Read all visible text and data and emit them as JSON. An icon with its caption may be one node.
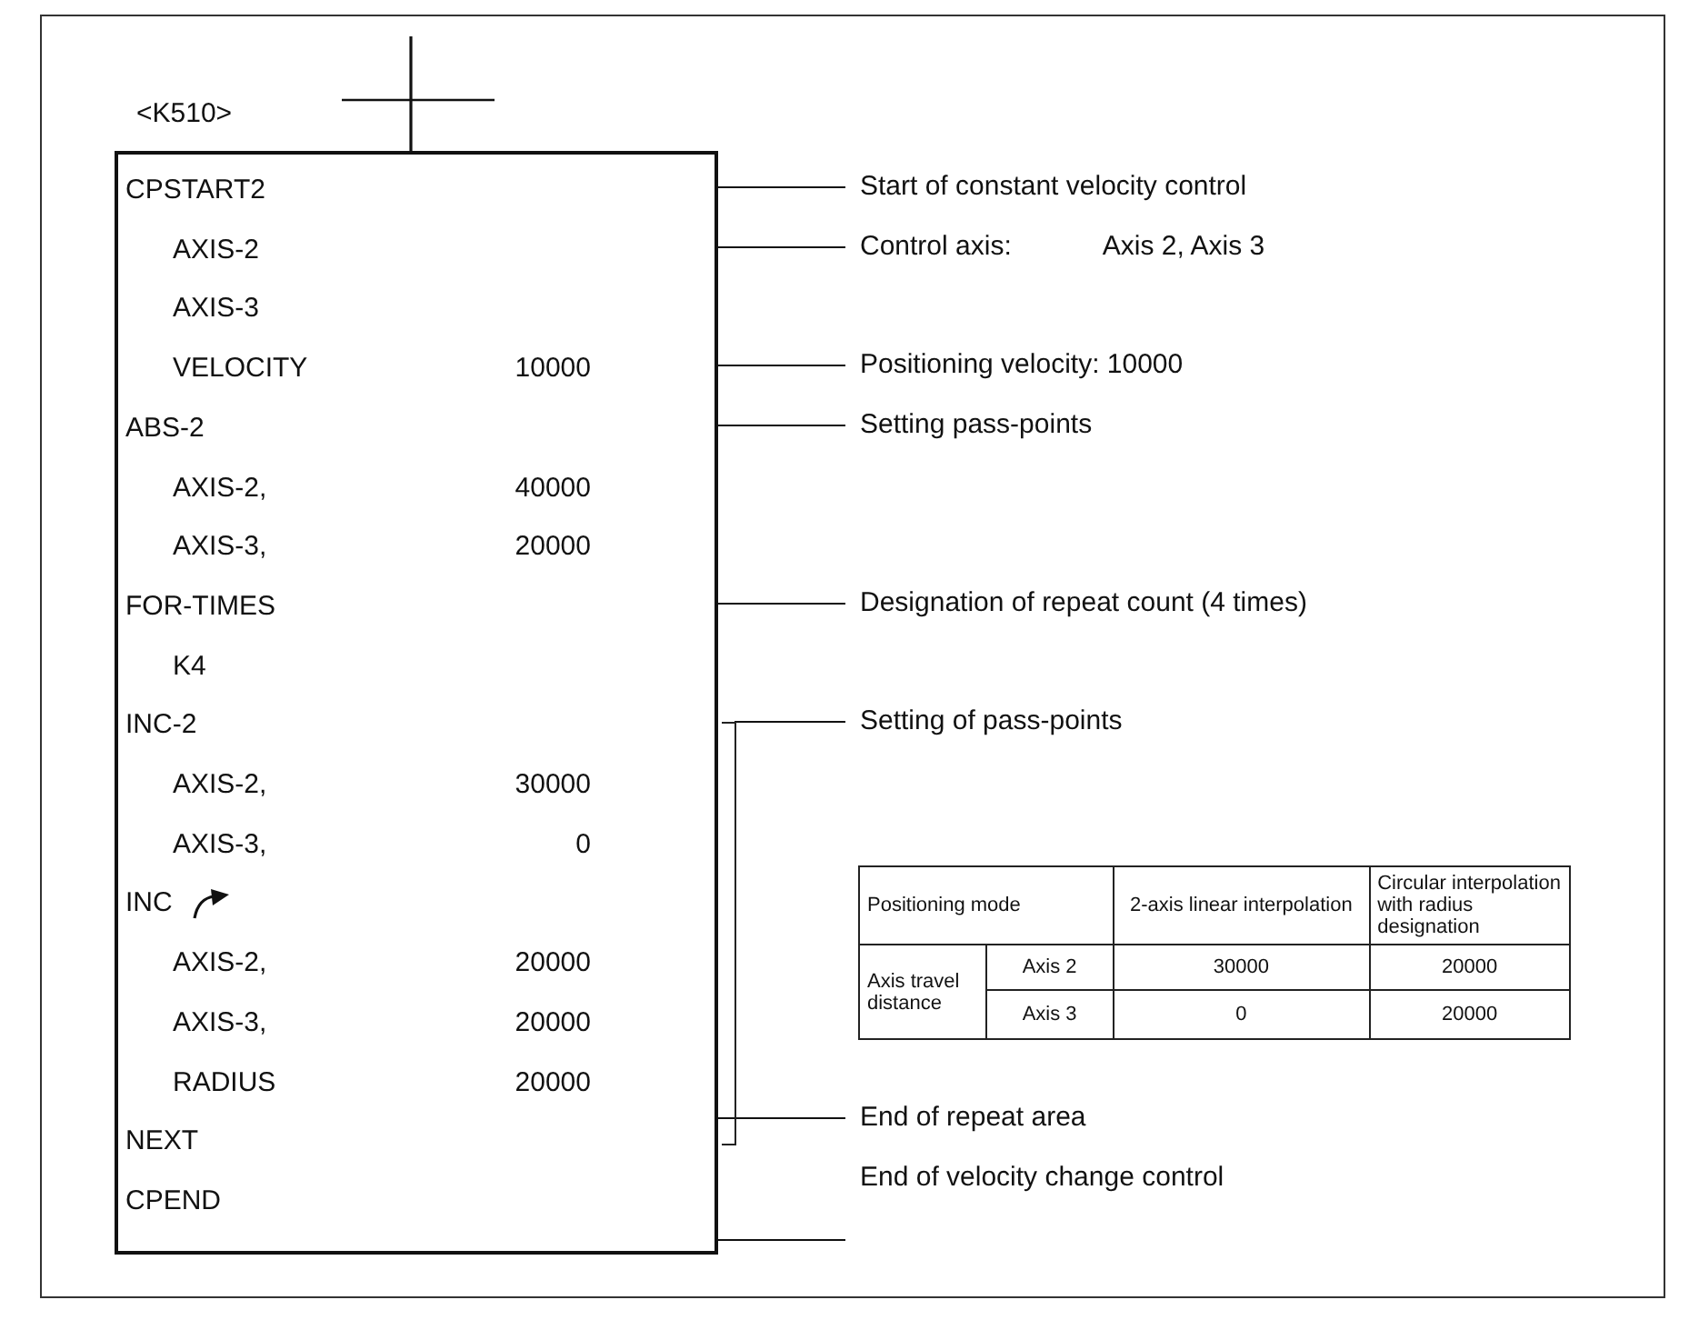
{
  "diagram": {
    "nodes": [
      {
        "text": [],
        "shape": "box"
      },
      {
        "text": [
          "CPSTART2"
        ],
        "in": 0
      },
      {
        "text": [
          "AXIS-2"
        ],
        "in": 0
      },
      {
        "text": [
          "AXIS-3"
        ],
        "in": 0
      },
      {
        "text": [
          "VELOCITY",
          "10000"
        ],
        "in": 0
      },
      {
        "text": [
          "ABS-2"
        ],
        "in": 0
      },
      {
        "text": [
          "AXIS-2,",
          "40000"
        ],
        "in": 0
      },
      {
        "text": [
          "AXIS-3,",
          "20000"
        ],
        "in": 0
      },
      {
        "text": [
          "FOR-TIMES"
        ],
        "in": 0
      },
      {
        "text": [
          "K4"
        ],
        "in": 0
      },
      {
        "text": [
          "INC-2"
        ],
        "in": 0
      },
      {
        "text": [
          "AXIS-2,",
          "30000"
        ],
        "in": 0
      },
      {
        "text": [
          "AXIS-3,",
          "0"
        ],
        "in": 0
      },
      {
        "text": [
          "INC"
        ],
        "in": 0
      },
      {
        "text": [
          "AXIS-2,",
          "20000"
        ],
        "in": 0
      },
      {
        "text": [
          "AXIS-3,",
          "20000"
        ],
        "in": 0
      },
      {
        "text": [
          "RADIUS",
          "20000"
        ],
        "in": 0
      },
      {
        "text": [
          "NEXT"
        ],
        "in": 0
      },
      {
        "text": [
          "CPEND"
        ],
        "in": 0
      },
      {
        "text": [],
        "shape": "bracket"
      },
      {
        "text": [
          "Start of constant velocity control"
        ]
      },
      {
        "text": [
          "Control axis:",
          "Axis 2, Axis 3"
        ]
      },
      {
        "text": [
          "Positioning velocity: 10000"
        ]
      },
      {
        "text": [
          "Setting pass-points"
        ]
      },
      {
        "text": [
          "Designation of repeat count (4 times)"
        ]
      },
      {
        "text": [
          "Setting of pass-points"
        ]
      },
      {
        "text": [
          "End of repeat area"
        ]
      },
      {
        "text": [
          "End of velocity change control"
        ]
      }
    ],
    "edges": [
      {
        "from": 20,
        "to": 0,
        "arrow": "none"
      },
      {
        "from": 21,
        "to": 0,
        "arrow": "none"
      },
      {
        "from": 22,
        "to": 0,
        "arrow": "none"
      },
      {
        "from": 23,
        "to": 0,
        "arrow": "none"
      },
      {
        "from": 24,
        "to": 0,
        "arrow": "none"
      },
      {
        "from": 25,
        "to": 19,
        "arrow": "none"
      },
      {
        "from": 26,
        "to": 0,
        "arrow": "none"
      },
      {
        "from": 27,
        "to": 0,
        "arrow": "none"
      }
    ],
    "labels": [
      "<K510>",
      "Positioning mode",
      "2-axis linear interpolation",
      "Circular interpolation with radius designation",
      "Axis travel distance",
      "Axis 2",
      "30000",
      "20000",
      "Axis 3",
      "0",
      "20000"
    ]
  }
}
